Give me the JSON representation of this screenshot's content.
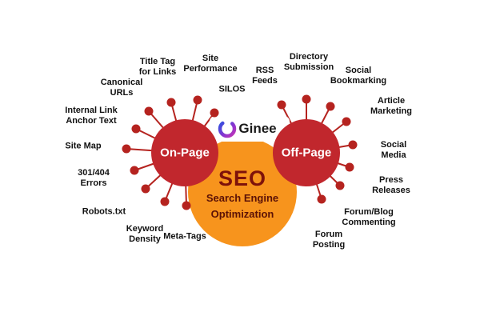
{
  "logo": {
    "text": "Ginee",
    "icon": "ginee-swirl-icon"
  },
  "center": {
    "title": "SEO",
    "subtitle_line1": "Search Engine",
    "subtitle_line2": "Optimization"
  },
  "onpage": {
    "label": "On-Page",
    "items": [
      "Title Tag for Links",
      "Site Performance",
      "SILOS",
      "Canonical URLs",
      "Internal Link Anchor Text",
      "Site Map",
      "301/404 Errors",
      "Robots.txt",
      "Keyword Density",
      "Meta-Tags"
    ]
  },
  "offpage": {
    "label": "Off-Page",
    "items": [
      "RSS Feeds",
      "Directory Submission",
      "Social Bookmarking",
      "Article Marketing",
      "Social Media",
      "Press Releases",
      "Forum/Blog Commenting",
      "Forum Posting"
    ]
  },
  "colors": {
    "orange": "#f7941d",
    "red_circle": "#c1272d",
    "line_and_dot": "#b5231f",
    "seo_title": "#7e120a",
    "seo_subtitle": "#5c1206",
    "logo_gradient_start": "#2b50e0",
    "logo_gradient_end": "#c535b5"
  }
}
